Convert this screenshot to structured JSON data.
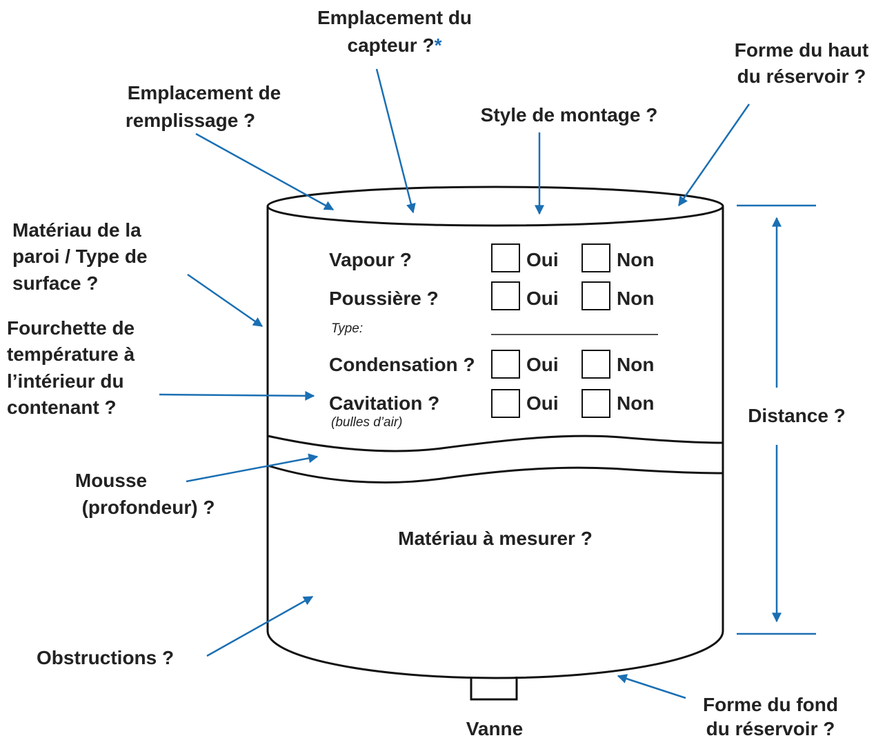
{
  "labels": {
    "sensor_location_1": "Emplacement du",
    "sensor_location_2": "capteur ?",
    "sensor_location_asterisk": "*",
    "tank_top_1": "Forme du haut",
    "tank_top_2": "du réservoir ?",
    "fill_location_1": "Emplacement de",
    "fill_location_2": "remplissage ?",
    "mounting_style": "Style de montage ?",
    "wall_material_1": "Matériau de la",
    "wall_material_2": "paroi / Type de",
    "wall_material_3": "surface ?",
    "temperature_1": "Fourchette de",
    "temperature_2": "température à",
    "temperature_3": "l’intérieur du",
    "temperature_4": "contenant ?",
    "foam_1": "Mousse",
    "foam_2": "(profondeur) ?",
    "material_to_measure": "Matériau à mesurer ?",
    "obstructions": "Obstructions ?",
    "distance": "Distance ?",
    "tank_bottom_1": "Forme du fond",
    "tank_bottom_2": "du réservoir ?",
    "valve": "Vanne"
  },
  "checklist": {
    "vapour": "Vapour ?",
    "dust": "Poussière ?",
    "dust_type": "Type:",
    "condensation": "Condensation ?",
    "cavitation": "Cavitation ?",
    "cavitation_note": "(bulles d’air)",
    "yes": "Oui",
    "no": "Non"
  },
  "colors": {
    "accent": "#1a6fb3",
    "outline": "#111111",
    "text": "#222222"
  }
}
